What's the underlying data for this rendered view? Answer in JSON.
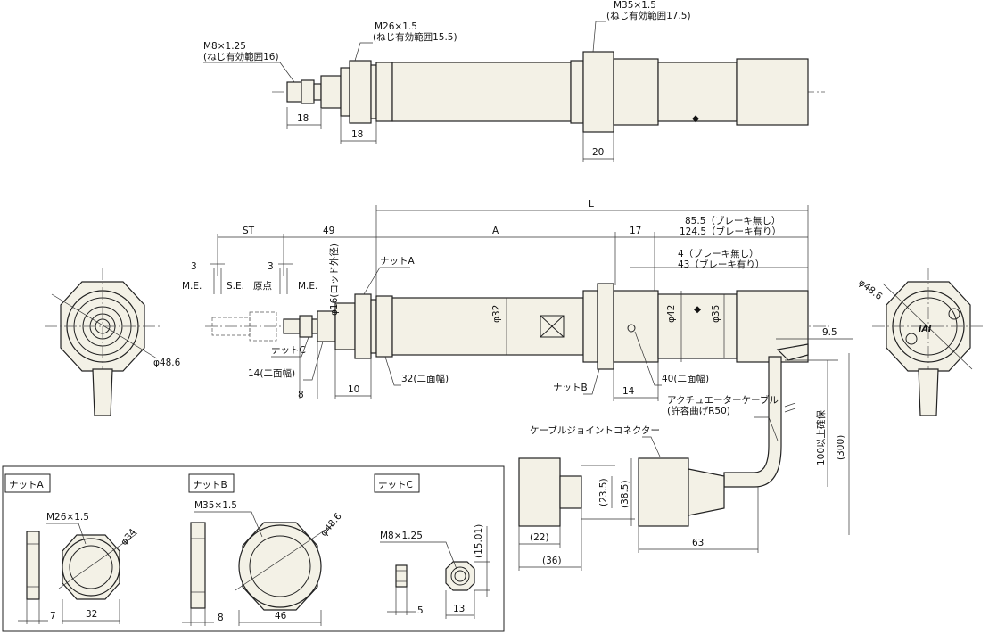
{
  "labels": {
    "m8": "M8×1.25",
    "m8_range": "(ねじ有効範囲16)",
    "m26": "M26×1.5",
    "m26_range": "(ねじ有効範囲15.5)",
    "m35": "M35×1.5",
    "m35_range": "(ねじ有効範囲17.5)",
    "d18a": "18",
    "d18b": "18",
    "d20": "20",
    "L": "L",
    "ST": "ST",
    "d49": "49",
    "A": "A",
    "d17": "17",
    "d85": "85.5（ブレーキ無し）",
    "d124": "124.5（ブレーキ有り）",
    "d4": "4（ブレーキ無し）",
    "d43": "43（ブレーキ有り）",
    "three_a": "3",
    "three_b": "3",
    "me_a": "M.E.",
    "se": "S.E.",
    "origin": "原点",
    "me_b": "M.E.",
    "nutA_call": "ナットA",
    "rod_od": "φ16(ロッド外径)",
    "nutC_call": "ナットC",
    "d14flat": "14(二面幅)",
    "d32flat": "32(二面幅)",
    "phi32": "φ32",
    "phi42": "φ42",
    "phi35": "φ35",
    "d40flat": "40(二面幅)",
    "nutB_call": "ナットB",
    "d8": "8",
    "d10": "10",
    "d14": "14",
    "d9_5": "9.5",
    "cable": "アクチュエーターケーブル",
    "cable_r": "(許容曲げR50)",
    "joint": "ケーブルジョイントコネクター",
    "d100": "100以上確保",
    "d300": "(300)",
    "d23_5": "(23.5)",
    "d38_5": "(38.5)",
    "d22": "(22)",
    "d36": "(36)",
    "d63": "63",
    "phi48_left": "φ48.6",
    "phi48_right": "φ48.6",
    "box_nutA": "ナットA",
    "box_nutB": "ナットB",
    "box_nutC": "ナットC",
    "bA_m26": "M26×1.5",
    "bA_phi34": "φ34",
    "bA_7": "7",
    "bA_32": "32",
    "bB_m35": "M35×1.5",
    "bB_phi48": "φ48.6",
    "bB_8": "8",
    "bB_46": "46",
    "bC_m8": "M8×1.25",
    "bC_15": "(15.01)",
    "bC_5": "5",
    "bC_13": "13"
  },
  "colors": {
    "part_fill": "#f3f1e6",
    "line": "#222222"
  }
}
